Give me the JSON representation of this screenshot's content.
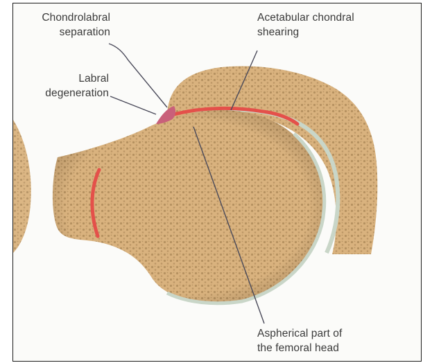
{
  "labels": {
    "chondrolabral": [
      "Chondrolabral",
      "separation"
    ],
    "labral": [
      "Labral",
      "degeneration"
    ],
    "acetabular": [
      "Acetabular chondral",
      "shearing"
    ],
    "aspherical": [
      "Aspherical part of",
      "the femoral head"
    ]
  },
  "colors": {
    "bone": "#d9b27e",
    "bone_pore": "#a98555",
    "cartilage": "#c9d6c8",
    "lesion_red": "#e4504a",
    "labrum": "#c9607a",
    "teal_label": "#3f6e6a",
    "leader": "#4a4a5a"
  }
}
